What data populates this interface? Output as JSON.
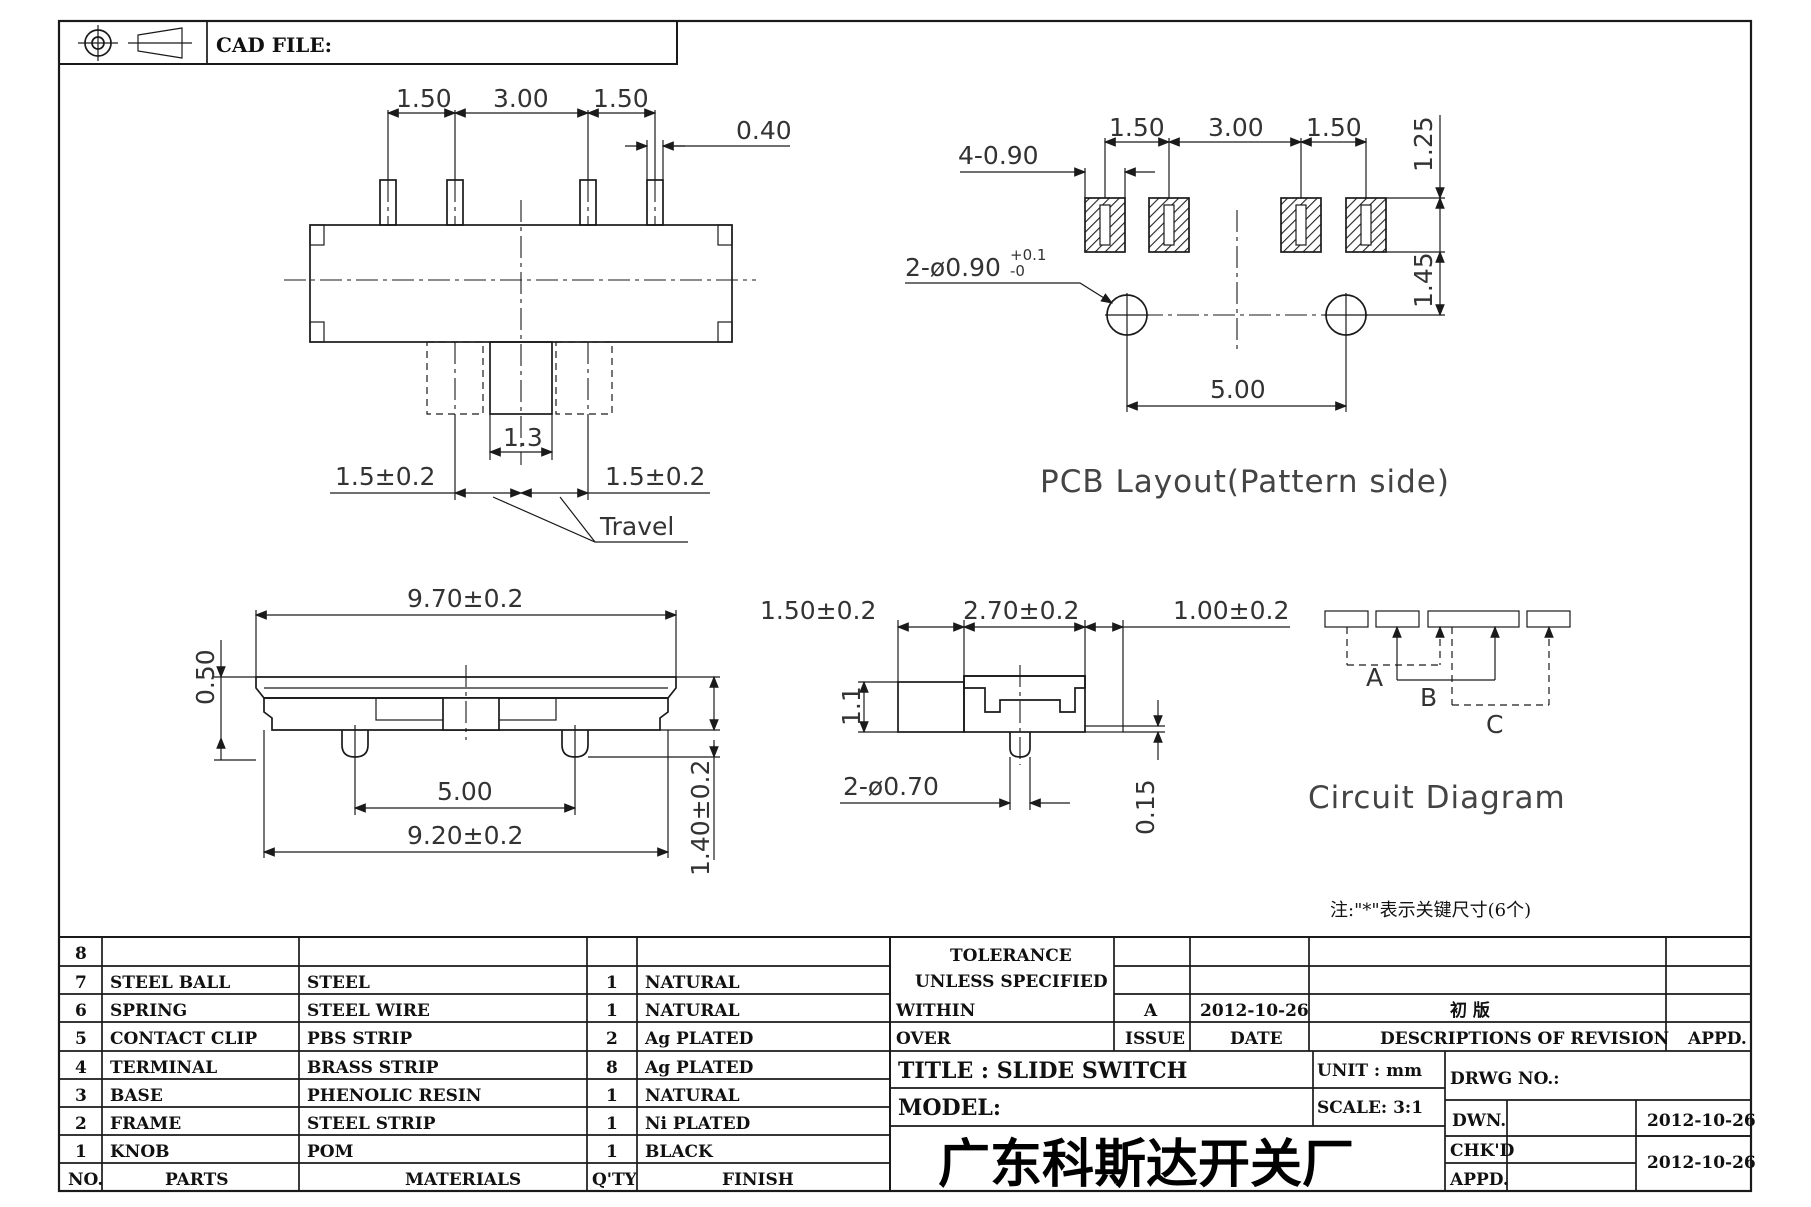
{
  "header": {
    "cad_file_label": "CAD FILE:"
  },
  "top_view": {
    "dims": {
      "a": "1.50",
      "b": "3.00",
      "c": "1.50",
      "pin_w": "0.40",
      "knob": "1.3",
      "travel_l": "1.5±0.2",
      "travel_r": "1.5±0.2",
      "travel": "Travel"
    }
  },
  "pcb": {
    "dims": {
      "a": "1.50",
      "b": "3.00",
      "c": "1.50",
      "pad": "4-0.90",
      "hole": "2-ø0.90",
      "hole_tol": "+0.1",
      "hole_tol2": "-0",
      "h1": "1.25",
      "h2": "1.45",
      "span": "5.00"
    },
    "caption": "PCB  Layout(Pattern  side)"
  },
  "front_view": {
    "dims": {
      "length": "9.70±0.2",
      "thick": "0.50",
      "base": "9.20±0.2",
      "pitch": "5.00",
      "height": "1.40±0.2"
    }
  },
  "side_view": {
    "dims": {
      "a": "1.50±0.2",
      "b": "2.70±0.2",
      "c": "1.00±0.2",
      "h": "1.1",
      "peg": "2-ø0.70",
      "t": "0.15"
    }
  },
  "circuit": {
    "labels": [
      "A",
      "B",
      "C"
    ],
    "caption": "Circuit  Diagram"
  },
  "note": "注:\"*\"表示关键尺寸(6个)",
  "bom": {
    "rows": [
      {
        "no": "8",
        "part": "",
        "material": "",
        "qty": "",
        "finish": ""
      },
      {
        "no": "7",
        "part": "STEEL BALL",
        "material": "STEEL",
        "qty": "1",
        "finish": "NATURAL"
      },
      {
        "no": "6",
        "part": "SPRING",
        "material": "STEEL WIRE",
        "qty": "1",
        "finish": "NATURAL"
      },
      {
        "no": "5",
        "part": "CONTACT CLIP",
        "material": "PBS STRIP",
        "qty": "2",
        "finish": "Ag PLATED"
      },
      {
        "no": "4",
        "part": "TERMINAL",
        "material": "BRASS STRIP",
        "qty": "8",
        "finish": "Ag PLATED"
      },
      {
        "no": "3",
        "part": "BASE",
        "material": "PHENOLIC RESIN",
        "qty": "1",
        "finish": "NATURAL"
      },
      {
        "no": "2",
        "part": "FRAME",
        "material": "STEEL STRIP",
        "qty": "1",
        "finish": "Ni PLATED"
      },
      {
        "no": "1",
        "part": "KNOB",
        "material": "POM",
        "qty": "1",
        "finish": "BLACK"
      }
    ],
    "headers": {
      "no": "NO.",
      "part": "PARTS",
      "material": "MATERIALS",
      "qty": "Q'TY",
      "finish": "FINISH"
    }
  },
  "title_block": {
    "tolerance": "TOLERANCE",
    "unless": "UNLESS  SPECIFIED",
    "within": "WITHIN",
    "over": "OVER",
    "issue_value": "A",
    "date_value": "2012-10-26",
    "revision_value": "初  版",
    "issue": "ISSUE",
    "date": "DATE",
    "descriptions": "DESCRIPTIONS OF REVISION",
    "appd_head": "APPD.",
    "title": "TITLE : SLIDE SWITCH",
    "unit": "UNIT :  mm",
    "drwg": "DRWG NO.:",
    "model": "MODEL:",
    "scale": "SCALE:  3:1",
    "dwn": "DWN.",
    "dwn_date": "2012-10-26",
    "chkd": "CHK'D",
    "appd": "APPD.",
    "chk_date": "2012-10-26",
    "company": "广东科斯达开关厂"
  }
}
